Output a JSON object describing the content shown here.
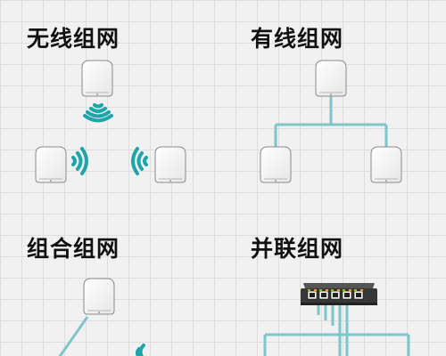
{
  "sections": {
    "wireless": {
      "title": "无线组网"
    },
    "wired": {
      "title": "有线组网"
    },
    "hybrid": {
      "title": "组合组网"
    },
    "parallel": {
      "title": "并联组网"
    }
  },
  "colors": {
    "cable": "#7ec6cb",
    "signal": "#1ea5a9",
    "router_body": "#ffffff",
    "router_edge": "#8a8a8a",
    "switch_body": "#3a3a3a",
    "port_green": "#7fd000",
    "port_orange": "#ff9a1f"
  }
}
